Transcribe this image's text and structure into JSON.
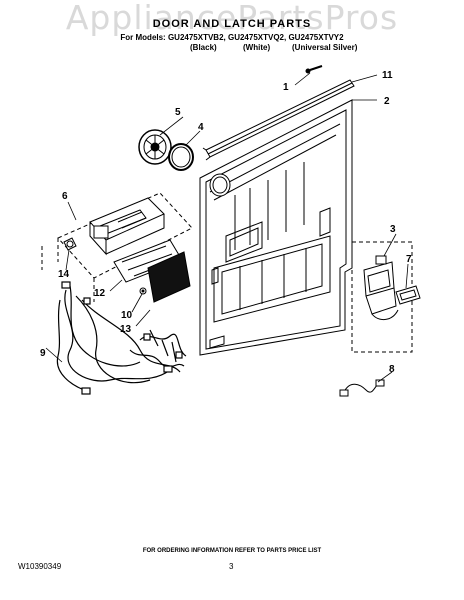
{
  "watermark": "AppliancePartsPros",
  "header": {
    "title": "DOOR AND LATCH PARTS",
    "models": "For Models: GU2475XTVB2, GU2475XTVQ2, GU2475XTVY2",
    "color_black": "(Black)",
    "color_white": "(White)",
    "color_silver": "(Universal Silver)"
  },
  "callouts": [
    "1",
    "2",
    "3",
    "4",
    "5",
    "6",
    "7",
    "8",
    "9",
    "10",
    "11",
    "12",
    "13",
    "14"
  ],
  "footer": {
    "ordering_note": "FOR ORDERING INFORMATION REFER TO PARTS PRICE LIST",
    "doc_number": "W10390349",
    "page_number": "3"
  }
}
